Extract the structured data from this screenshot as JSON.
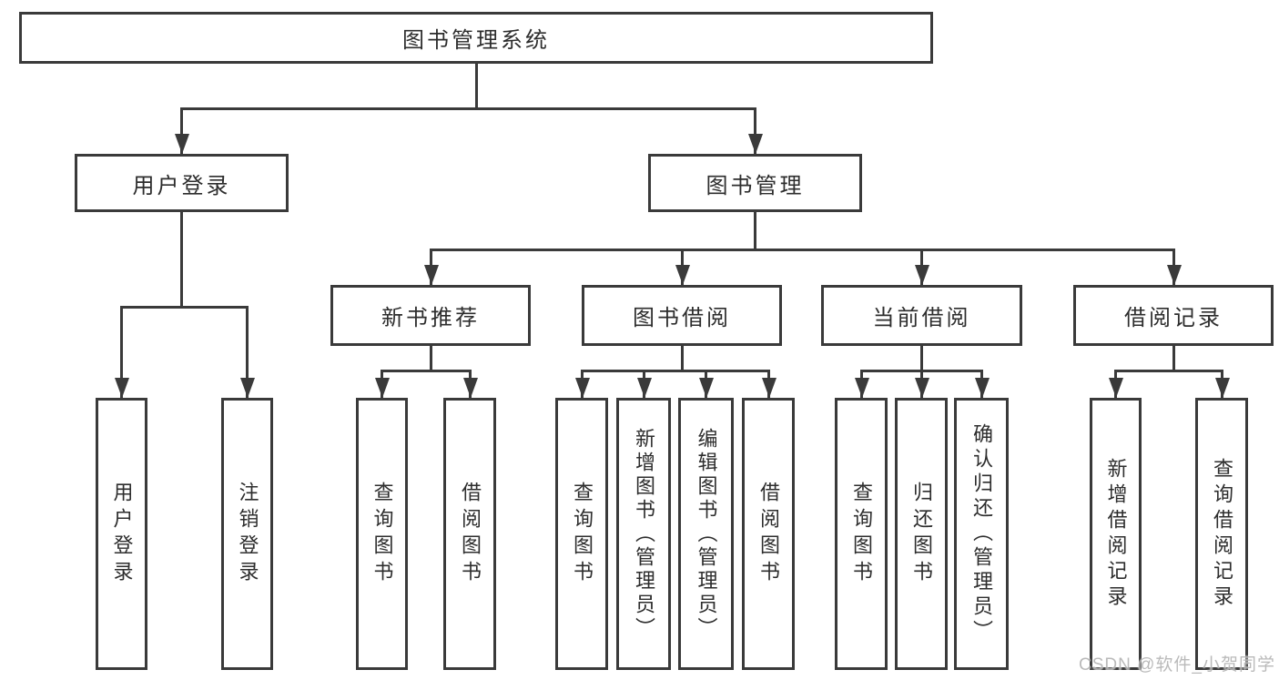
{
  "tree": {
    "label": "图书管理系统",
    "children": [
      {
        "label": "用户登录",
        "children": [
          {
            "label": "用户登录"
          },
          {
            "label": "注销登录"
          }
        ]
      },
      {
        "label": "图书管理",
        "children": [
          {
            "label": "新书推荐",
            "children": [
              {
                "label": "查询图书"
              },
              {
                "label": "借阅图书"
              }
            ]
          },
          {
            "label": "图书借阅",
            "children": [
              {
                "label": "查询图书"
              },
              {
                "label": "新增图书（管理员）"
              },
              {
                "label": "编辑图书（管理员）"
              },
              {
                "label": "借阅图书"
              }
            ]
          },
          {
            "label": "当前借阅",
            "children": [
              {
                "label": "查询图书"
              },
              {
                "label": "归还图书"
              },
              {
                "label": "确认归还（管理员）"
              }
            ]
          },
          {
            "label": "借阅记录",
            "children": [
              {
                "label": "新增借阅记录"
              },
              {
                "label": "查询借阅记录"
              }
            ]
          }
        ]
      }
    ]
  },
  "watermark": {
    "text": "CSDN @软件_小贺同学"
  },
  "colors": {
    "line": "#3a3a3a",
    "text": "#2d2d2d",
    "background": "#ffffff",
    "watermark": "#b3b3b3"
  }
}
